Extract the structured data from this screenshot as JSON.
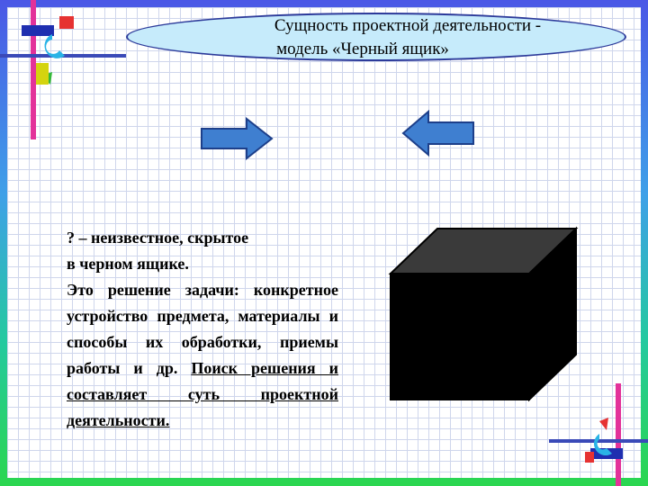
{
  "slide": {
    "title_line1": "Сущность проектной деятельности -",
    "title_line2": "модель «Черный ящик»",
    "body_line1": "? – неизвестное, скрытое",
    "body_line2": "в черном ящике.",
    "body_para": "Это решение задачи: конкретное устройство предмета, материалы и способы их обработки, приемы работы и др.",
    "body_underlined": "Поиск решения и составляет суть проектной деятельности."
  },
  "colors": {
    "ellipse_fill": "#c6ebfb",
    "ellipse_border": "#2c3a9a",
    "arrow_fill": "#3f7fd0",
    "cube_front": "#000000",
    "cube_top": "#3a3a3a"
  },
  "icons": {
    "right_arrow": "right-arrow-icon",
    "left_arrow": "left-arrow-icon",
    "cube": "black-box-cube-icon"
  }
}
